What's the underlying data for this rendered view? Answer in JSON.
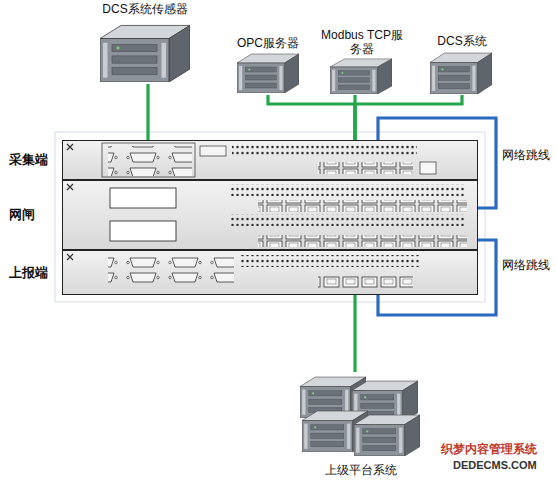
{
  "diagram": {
    "nodes": [
      {
        "text": [
          "DCS系统传感器"
        ]
      },
      {
        "text": [
          "OPC服务器"
        ]
      },
      {
        "text": [
          "Modbus TCP服务器"
        ]
      },
      {
        "text": [
          "DCS系统"
        ]
      },
      {
        "text": [
          "采集端"
        ]
      },
      {
        "text": [
          "网闸"
        ]
      },
      {
        "text": [
          "上报端"
        ]
      },
      {
        "text": [
          "上级平台系统"
        ]
      }
    ],
    "edges": [
      {
        "from": 0,
        "to": 4,
        "arrow": "none"
      },
      {
        "from": 1,
        "to": 4,
        "arrow": "none"
      },
      {
        "from": 2,
        "to": 4,
        "arrow": "none"
      },
      {
        "from": 3,
        "to": 4,
        "arrow": "none"
      },
      {
        "from": 4,
        "to": 5,
        "label": "网络跳线",
        "arrow": "none"
      },
      {
        "from": 5,
        "to": 6,
        "label": "网络跳线",
        "arrow": "none"
      },
      {
        "from": 6,
        "to": 7,
        "arrow": "none"
      }
    ],
    "labels": [
      "织梦内容管理系统",
      "DEDECMS.COM"
    ]
  }
}
